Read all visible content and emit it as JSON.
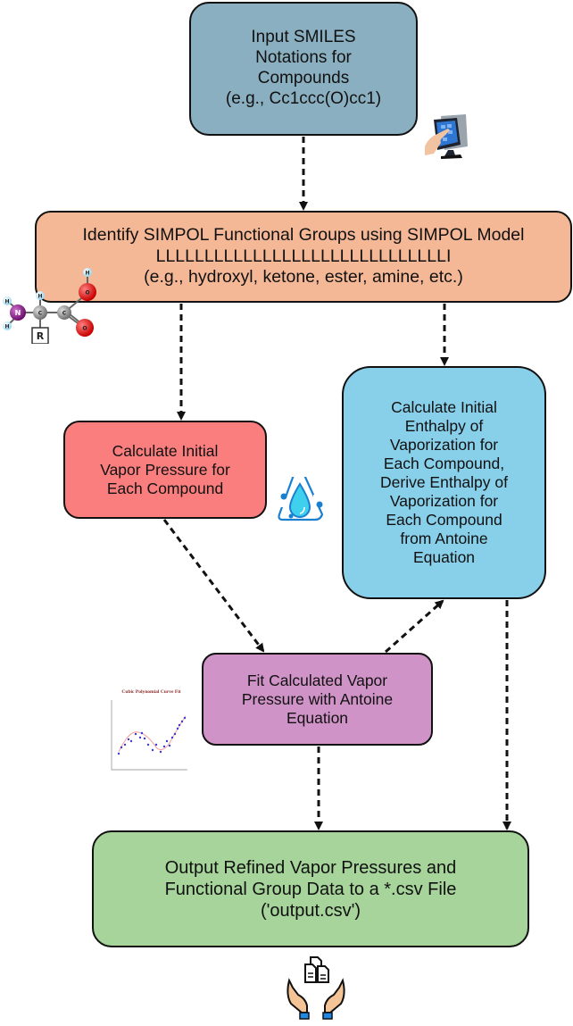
{
  "diagram": {
    "type": "flowchart",
    "colors": {
      "input": "#8aafc0",
      "simpol": "#f5b896",
      "vapor_pressure": "#fb7e7e",
      "enthalpy": "#88cfea",
      "fit": "#d093c7",
      "output": "#a6d49a",
      "stroke": "#111111"
    },
    "nodes": {
      "input": {
        "lines": [
          "Input SMILES",
          "Notations for",
          "Compounds",
          "(e.g., Cc1ccc(O)cc1)"
        ]
      },
      "simpol": {
        "lines": [
          "Identify SIMPOL Functional Groups using SIMPOL Model",
          "LLLLLLLLLLLLLLLLLLLLLLLLLLLLLLI",
          "(e.g., hydroxyl, ketone, ester, amine, etc.)"
        ]
      },
      "vapor_pressure": {
        "lines": [
          "Calculate Initial",
          "Vapor Pressure for",
          "Each Compound"
        ]
      },
      "enthalpy": {
        "lines": [
          "Calculate Initial",
          "Enthalpy of",
          "Vaporization for",
          "Each Compound,",
          "Derive Enthalpy of",
          "Vaporization for",
          "Each Compound",
          "from Antoine",
          "Equation"
        ]
      },
      "fit": {
        "lines": [
          "Fit Calculated Vapor",
          "Pressure with Antoine",
          "Equation"
        ]
      },
      "output": {
        "lines": [
          "Output Refined Vapor Pressures and",
          "Functional Group Data to a *.csv File",
          "('output.csv')"
        ]
      }
    },
    "edges": [
      {
        "from": "input",
        "to": "simpol"
      },
      {
        "from": "simpol",
        "to": "vapor_pressure"
      },
      {
        "from": "simpol",
        "to": "enthalpy"
      },
      {
        "from": "vapor_pressure",
        "to": "fit"
      },
      {
        "from": "fit",
        "to": "enthalpy"
      },
      {
        "from": "fit",
        "to": "output"
      },
      {
        "from": "enthalpy",
        "to": "output"
      }
    ],
    "illustrations": {
      "touchscreen": "touchscreen-terminal-icon",
      "molecule": {
        "name": "amino-acid-molecule-icon",
        "atoms": [
          "H",
          "H",
          "N",
          "H",
          "C",
          "R",
          "C",
          "O",
          "H",
          "O"
        ]
      },
      "droplet": "water-droplet-icon",
      "curve_fit": {
        "title": "Cubic Polynomial Curve Fit"
      },
      "output_hands": "hands-holding-documents-icon"
    }
  }
}
